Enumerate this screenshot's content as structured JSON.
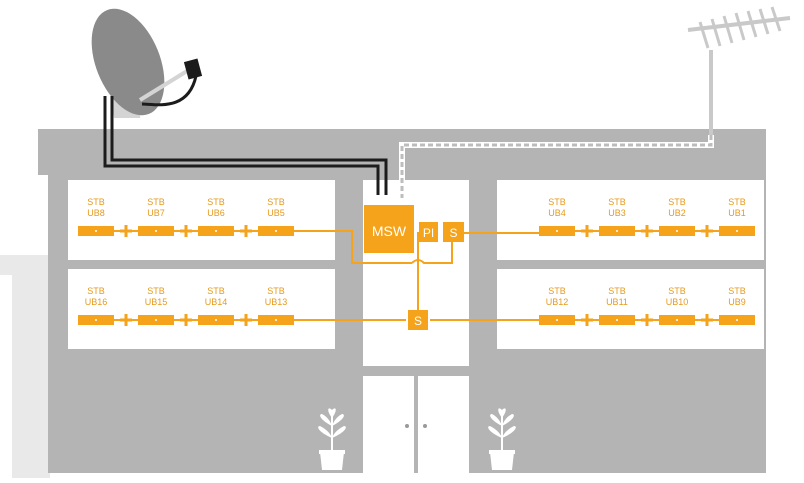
{
  "colors": {
    "building": "#b4b4b4",
    "background_box": "#e9e9e9",
    "panel": "#ffffff",
    "accent": "#f5a31a",
    "label": "#e69a1c",
    "cable_dark": "#1c1c1c",
    "cable_coax": "#bdbdbd",
    "dish": "#8a8a8a",
    "antenna": "#c9c9c9"
  },
  "devices": {
    "msw": "MSW",
    "pi": "PI",
    "splitter_top": "S",
    "splitter_bottom": "S"
  },
  "stb_prefix": "STB",
  "units": {
    "upper_left": [
      "UB8",
      "UB7",
      "UB6",
      "UB5"
    ],
    "upper_right": [
      "UB4",
      "UB3",
      "UB2",
      "UB1"
    ],
    "lower_left": [
      "UB16",
      "UB15",
      "UB14",
      "UB13"
    ],
    "lower_right": [
      "UB12",
      "UB11",
      "UB10",
      "UB9"
    ]
  },
  "icons": {
    "dish": "satellite-dish-icon",
    "antenna": "tv-antenna-icon",
    "plant": "potted-plant-icon",
    "door": "double-door-icon"
  }
}
